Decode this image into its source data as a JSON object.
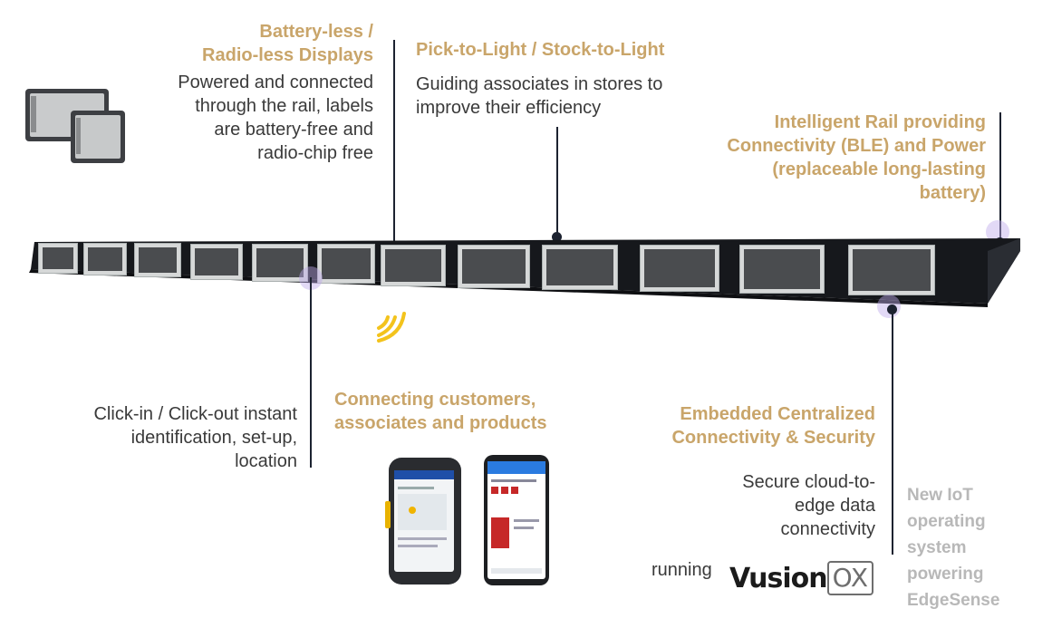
{
  "callouts": {
    "battery": {
      "title": [
        "Battery-less /",
        "Radio-less Displays"
      ],
      "body": [
        "Powered and connected",
        "through the rail, labels",
        "are battery-free and",
        "radio-chip free"
      ]
    },
    "pick": {
      "title": [
        "Pick-to-Light / Stock-to-Light"
      ],
      "body": [
        "Guiding associates in stores to",
        "improve their efficiency"
      ]
    },
    "rail": {
      "title": [
        "Intelligent Rail providing",
        "Connectivity (BLE) and Power",
        "(replaceable long-lasting",
        "battery)"
      ]
    },
    "click": {
      "body": [
        "Click-in / Click-out instant",
        "identification, set-up,",
        "location"
      ]
    },
    "connecting": {
      "title": [
        "Connecting customers,",
        "associates and products"
      ]
    },
    "embedded": {
      "title": [
        "Embedded Centralized",
        "Connectivity & Security"
      ],
      "body": [
        "Secure cloud-to-",
        "edge data",
        "connectivity"
      ]
    },
    "iot": {
      "body": [
        "New IoT",
        "operating",
        "system",
        "powering",
        "EdgeSense"
      ]
    }
  },
  "running_label": "running",
  "logo": {
    "part1": "Vusion",
    "part2": "OX"
  },
  "colors": {
    "accent": "#c9a56a",
    "rail": "#16181c",
    "line": "#1c2230",
    "wifi": "#f3c31c"
  }
}
